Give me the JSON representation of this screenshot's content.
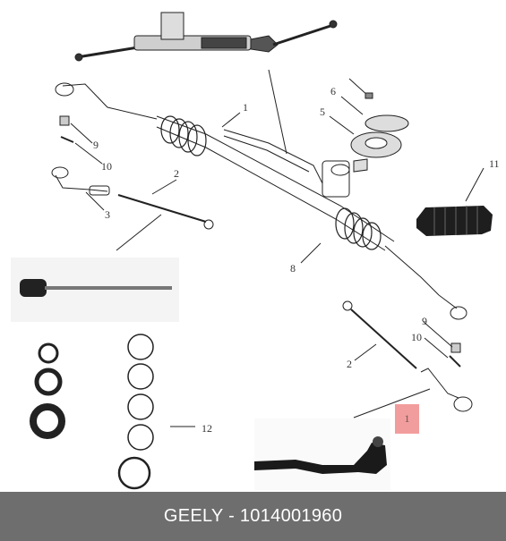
{
  "footer": {
    "text": "GEELY - 1014001960"
  },
  "callouts": {
    "c1_top": "1",
    "c2_top": "2",
    "c3": "3",
    "c5": "5",
    "c6": "6",
    "c8": "8",
    "c9_left": "9",
    "c10_left": "10",
    "c11": "11",
    "c2_bottom": "2",
    "c9_right": "9",
    "c10_right": "10",
    "c1_highlight": "1",
    "c12": "12"
  },
  "colors": {
    "highlight": "#f08c8c",
    "footer_bg": "#6e6e6e",
    "ink": "#222222"
  }
}
